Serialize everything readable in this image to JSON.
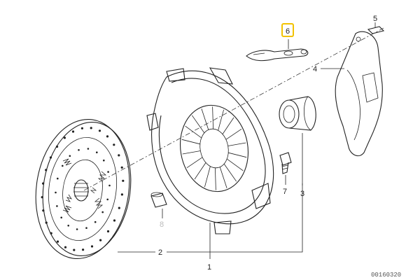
{
  "diagram": {
    "callouts": [
      {
        "id": "1",
        "label": "1",
        "highlighted": false,
        "faded": false
      },
      {
        "id": "2",
        "label": "2",
        "highlighted": false,
        "faded": false
      },
      {
        "id": "3",
        "label": "3",
        "highlighted": false,
        "faded": false
      },
      {
        "id": "4",
        "label": "4",
        "highlighted": false,
        "faded": false
      },
      {
        "id": "5",
        "label": "5",
        "highlighted": false,
        "faded": false
      },
      {
        "id": "6",
        "label": "6",
        "highlighted": true,
        "faded": false
      },
      {
        "id": "7",
        "label": "7",
        "highlighted": false,
        "faded": false
      },
      {
        "id": "8",
        "label": "8",
        "highlighted": false,
        "faded": true
      }
    ],
    "drawing_code": "00160320",
    "highlight_color": "#f2c200",
    "line_color": "#222222",
    "faded_color": "#bbbbbb"
  }
}
